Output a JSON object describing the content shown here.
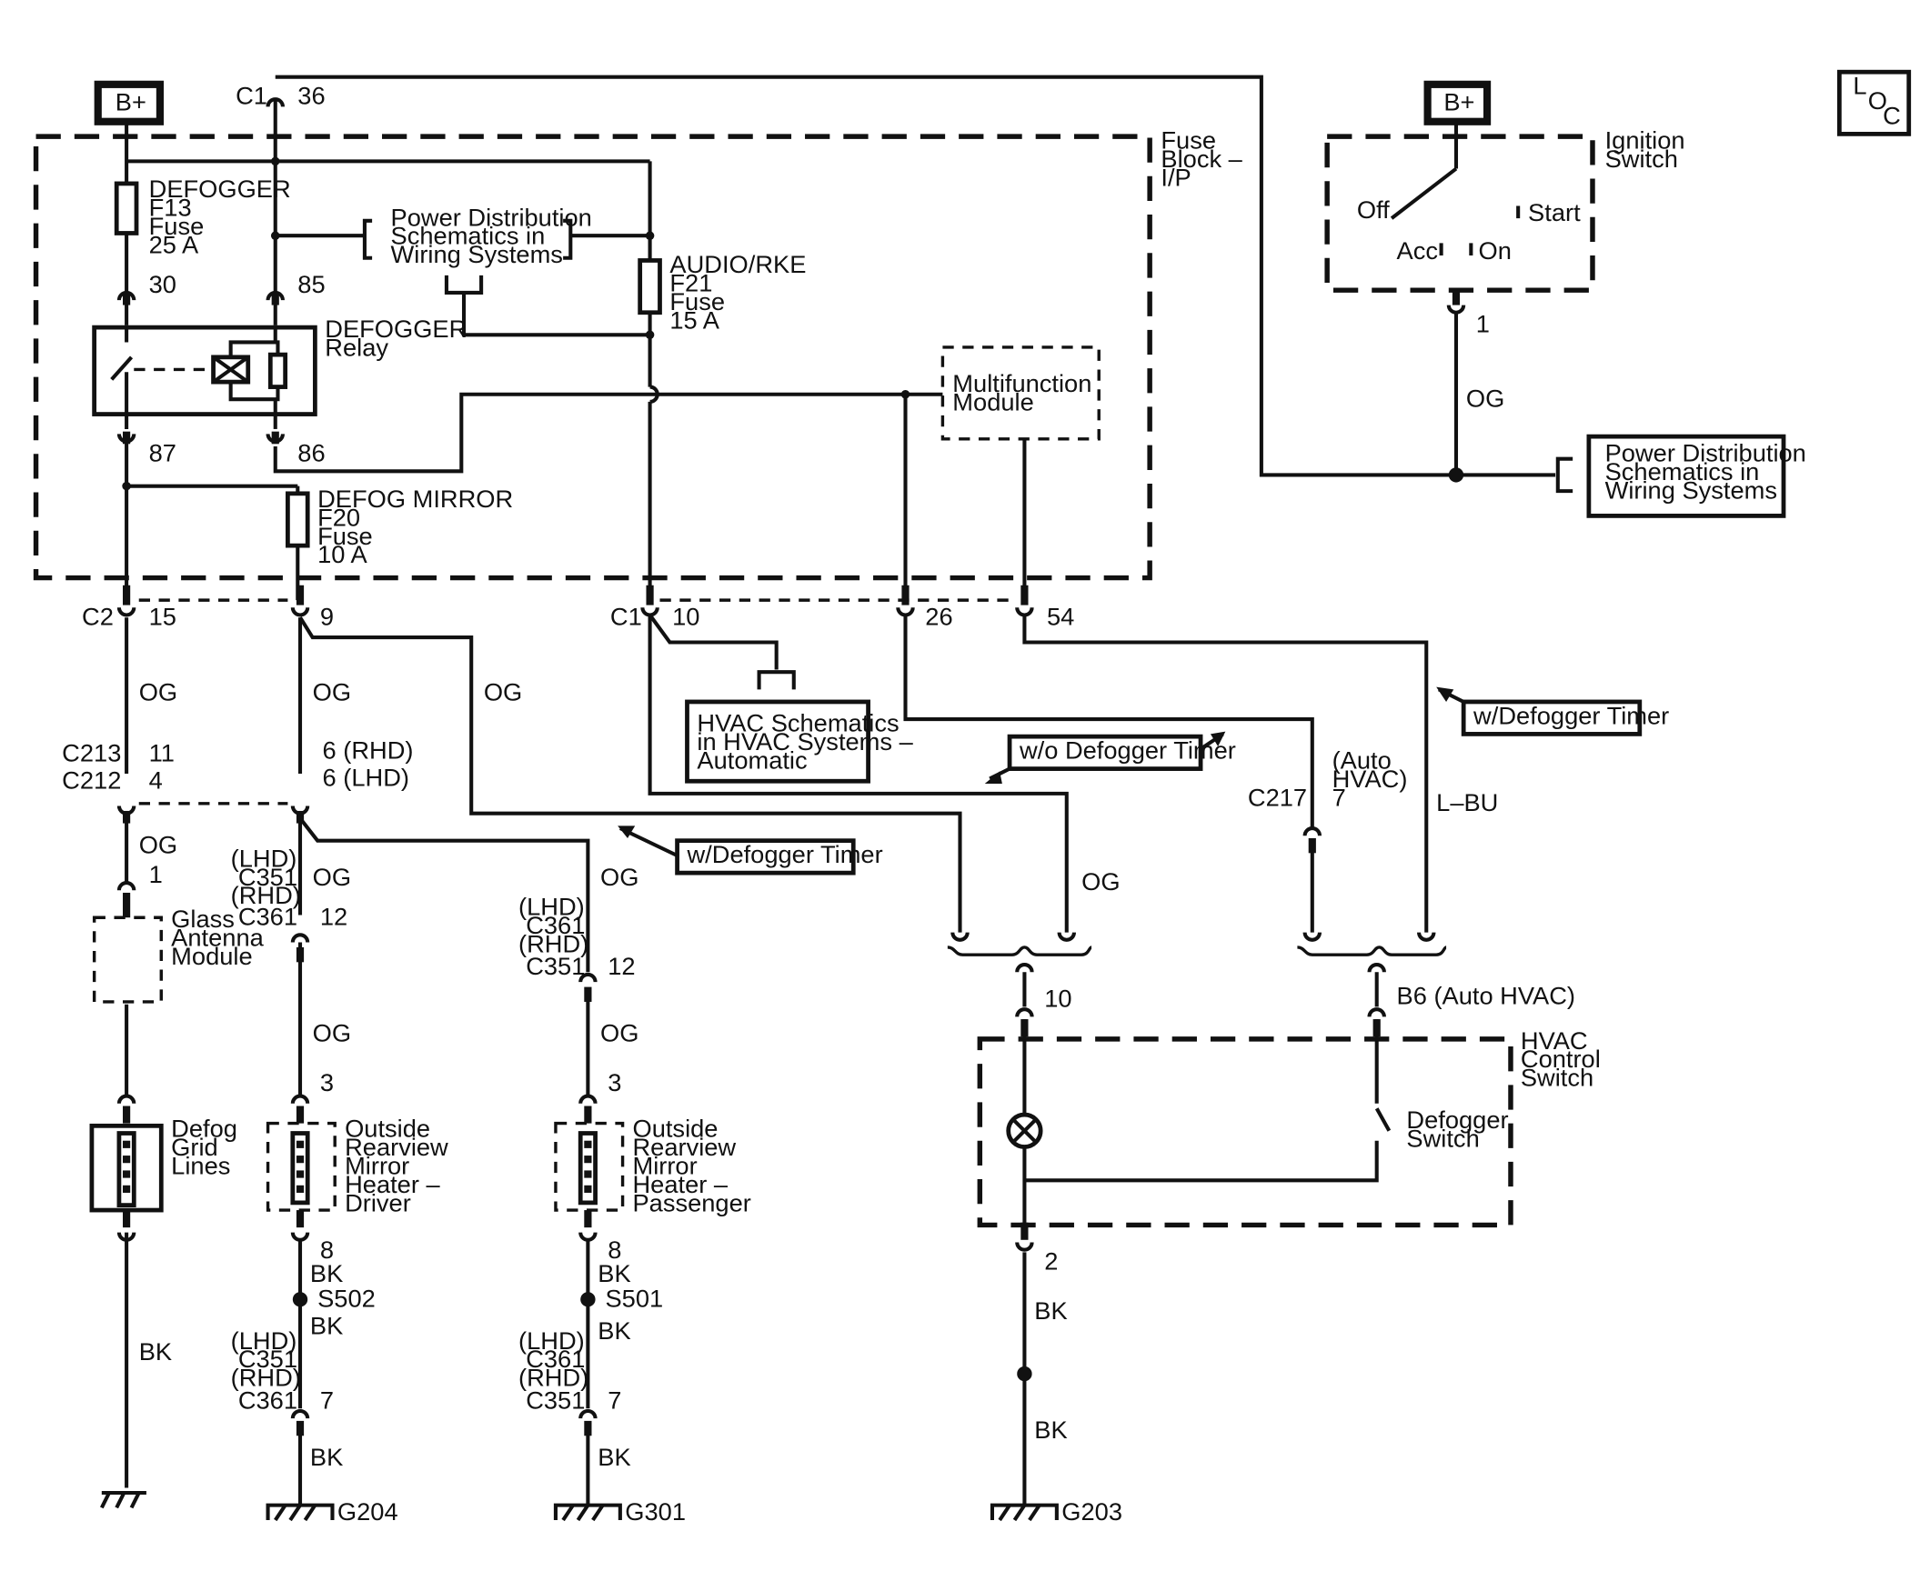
{
  "supply": {
    "left": "B+",
    "right": "B+"
  },
  "loc": {
    "l": "L",
    "o": "O",
    "c": "C"
  },
  "fuse_block": {
    "l1": "Fuse",
    "l2": "Block –",
    "l3": "I/P"
  },
  "fuses": {
    "defogger": {
      "name": "DEFOGGER",
      "id": "F13",
      "type": "Fuse",
      "rating": "25 A"
    },
    "audio": {
      "name": "AUDIO/RKE",
      "id": "F21",
      "type": "Fuse",
      "rating": "15 A"
    },
    "mirror": {
      "name": "DEFOG MIRROR",
      "id": "F20",
      "type": "Fuse",
      "rating": "10 A"
    }
  },
  "relay": {
    "l1": "DEFOGGER",
    "l2": "Relay",
    "p30": "30",
    "p85": "85",
    "p87": "87",
    "p86": "86"
  },
  "pds1": {
    "l1": "Power Distribution",
    "l2": "Schematics in",
    "l3": "Wiring Systems"
  },
  "pds2": {
    "l1": "Power Distribution",
    "l2": "Schematics in",
    "l3": "Wiring Systems"
  },
  "mfm": {
    "l1": "Multifunction",
    "l2": "Module"
  },
  "ignition": {
    "l1": "Ignition",
    "l2": "Switch",
    "off": "Off",
    "start": "Start",
    "acc": "Acc",
    "on": "On",
    "pin": "1"
  },
  "hvac_sch": {
    "l1": "HVAC Schematics",
    "l2": "in HVAC Systems –",
    "l3": "Automatic"
  },
  "connectors": {
    "c1": "C1",
    "c1_36": "36",
    "c2": "C2",
    "c2_15": "15",
    "c2_9": "9",
    "c1b": "C1",
    "c1_10": "10",
    "c1_26": "26",
    "c1_54": "54",
    "c213": "C213",
    "c212": "C212",
    "c213_11": "11",
    "c212_4": "4",
    "p6rhd": "6 (RHD)",
    "p6lhd": "6 (LHD)",
    "c217": "C217",
    "auto1": "(Auto",
    "auto2": "HVAC)",
    "auto3": "7",
    "p10": "10",
    "b6": "B6 (Auto HVAC)",
    "p2": "2"
  },
  "wire_colors": {
    "og": "OG",
    "bk": "BK",
    "lbu": "L–BU"
  },
  "options": {
    "w_timer": "w/Defogger Timer",
    "wo_timer": "w/o Defogger Timer"
  },
  "glass_antenna": {
    "pin": "1",
    "l1": "Glass",
    "l2": "Antenna",
    "l3": "Module"
  },
  "defog_grid": {
    "l1": "Defog",
    "l2": "Grid",
    "l3": "Lines"
  },
  "mirror_driver": {
    "lhd": "(LHD)",
    "c_a": "C351",
    "rhd": "(RHD)",
    "c_b": "C361",
    "pin12": "12",
    "pin3": "3",
    "pin8": "8",
    "l1": "Outside",
    "l2": "Rearview",
    "l3": "Mirror",
    "l4": "Heater –",
    "l5": "Driver",
    "splice": "S502",
    "g_lhd": "(LHD)",
    "g_ca": "C351",
    "g_rhd": "(RHD)",
    "g_cb": "C361",
    "pin7": "7",
    "ground": "G204"
  },
  "mirror_pass": {
    "lhd": "(LHD)",
    "c_a": "C361",
    "rhd": "(RHD)",
    "c_b": "C351",
    "pin12": "12",
    "pin3": "3",
    "pin8": "8",
    "l1": "Outside",
    "l2": "Rearview",
    "l3": "Mirror",
    "l4": "Heater –",
    "l5": "Passenger",
    "splice": "S501",
    "g_lhd": "(LHD)",
    "g_ca": "C361",
    "g_rhd": "(RHD)",
    "g_cb": "C351",
    "pin7": "7",
    "ground": "G301"
  },
  "hvac_switch": {
    "l1": "HVAC",
    "l2": "Control",
    "l3": "Switch",
    "d1": "Defogger",
    "d2": "Switch"
  },
  "ground_hvac": "G203"
}
